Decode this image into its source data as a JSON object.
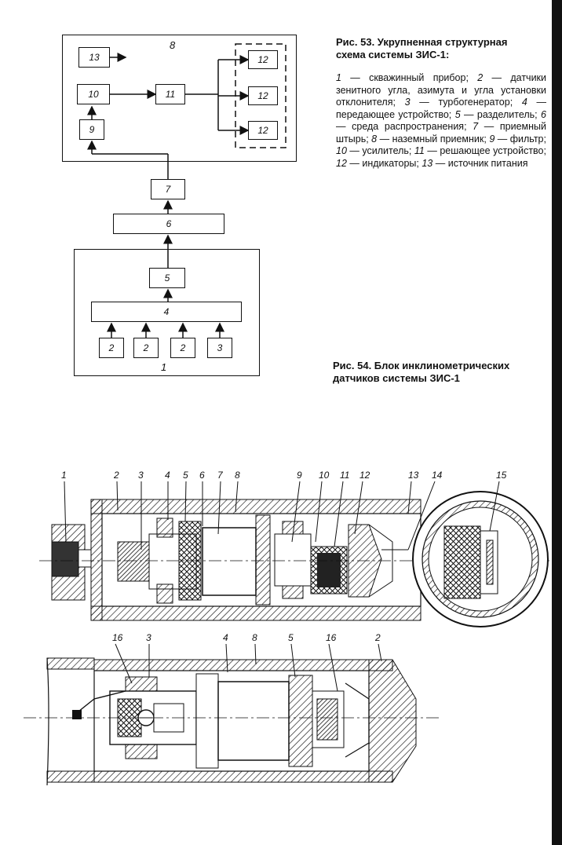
{
  "figure53": {
    "caption_line1": "Рис. 53. Укрупненная структурная",
    "caption_line2": "схема системы ЗИС-1:",
    "legend": [
      {
        "n": "1",
        "t": " — скважинный прибор; "
      },
      {
        "n": "2",
        "t": " — датчики зенитного угла, азимута и угла установки отклонителя; "
      },
      {
        "n": "3",
        "t": " — турбогенератор; "
      },
      {
        "n": "4",
        "t": " — передающее устройство; "
      },
      {
        "n": "5",
        "t": " — разделитель; "
      },
      {
        "n": "6",
        "t": " — среда распространения; "
      },
      {
        "n": "7",
        "t": " — приемный штырь; "
      },
      {
        "n": "8",
        "t": " — наземный приемник; "
      },
      {
        "n": "9",
        "t": " — фильтр; "
      },
      {
        "n": "10",
        "t": " — усилитель; "
      },
      {
        "n": "11",
        "t": " — решающее устройство; "
      },
      {
        "n": "12",
        "t": " — индикаторы; "
      },
      {
        "n": "13",
        "t": " — источник питания"
      }
    ],
    "blocks": {
      "b13": "13",
      "b10": "10",
      "b11": "11",
      "b9": "9",
      "b12a": "12",
      "b12b": "12",
      "b12c": "12",
      "b7": "7",
      "b6": "6",
      "b5": "5",
      "b4": "4",
      "b2a": "2",
      "b2b": "2",
      "b2c": "2",
      "b3": "3"
    },
    "frame_labels": {
      "ground": "8",
      "downhole": "1"
    }
  },
  "figure54": {
    "caption_line1": "Рис. 54. Блок инклинометрических",
    "caption_line2": "датчиков системы ЗИС-1",
    "top_callouts": [
      "1",
      "2",
      "3",
      "4",
      "5",
      "6",
      "7",
      "8",
      "9",
      "10",
      "11",
      "12",
      "13",
      "14",
      "15"
    ],
    "bottom_callouts": [
      "16",
      "3",
      "4",
      "8",
      "5",
      "16",
      "2"
    ]
  }
}
